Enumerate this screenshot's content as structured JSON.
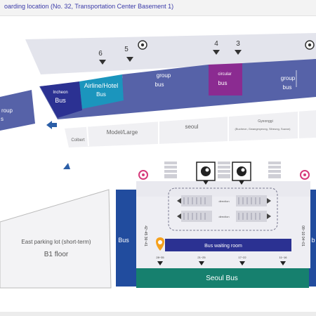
{
  "header": {
    "title": "oarding location (No. 32, Transportation Center Basement 1)"
  },
  "gates": {
    "g6": "6",
    "g5": "5",
    "g4": "4",
    "g3": "3"
  },
  "zones": {
    "left_group_1": "roup",
    "left_group_2": "s",
    "incheon_1": "Incheon",
    "incheon_2": "Bus",
    "airline_1": "Airline/Hotel",
    "airline_2": "Bus",
    "group1_1": "group",
    "group1_2": "bus",
    "circular_1": "circular",
    "circular_2": "bus",
    "group2_1": "group",
    "group2_2": "bus"
  },
  "lower_row": {
    "colbert": "Colbert",
    "model_large": "Model/Large",
    "seoul": "seoul",
    "gyeonggi_1": "Gyeonggi",
    "gyeonggi_2": "(Bucheon, Gwangmyeong, Siheung, Suwon)"
  },
  "parking": {
    "line1": "East parking lot (short-term)",
    "line2": "B1 floor"
  },
  "station": {
    "left_bus": "Bus",
    "right_bus": "b",
    "waiting_room": "Bus waiting room",
    "seoul_bus": "Seoul Bus",
    "direction_upper": "direction",
    "direction_lower": "direction",
    "left_numbers": "42~45 36~41",
    "right_numbers": "08~10 04~01",
    "platform_1": "28~35",
    "platform_2": "21~25",
    "platform_3": "17~22",
    "platform_4": "11~16"
  },
  "colors": {
    "navy": "#2b3192",
    "purple": "#8b2b91",
    "teal": "#1b95bd",
    "slate": "#5662a8",
    "lane": "#e3e4ec",
    "green": "#16806e",
    "blue": "#214c9e",
    "orange": "#f5a11d",
    "pink": "#d63a7b"
  }
}
